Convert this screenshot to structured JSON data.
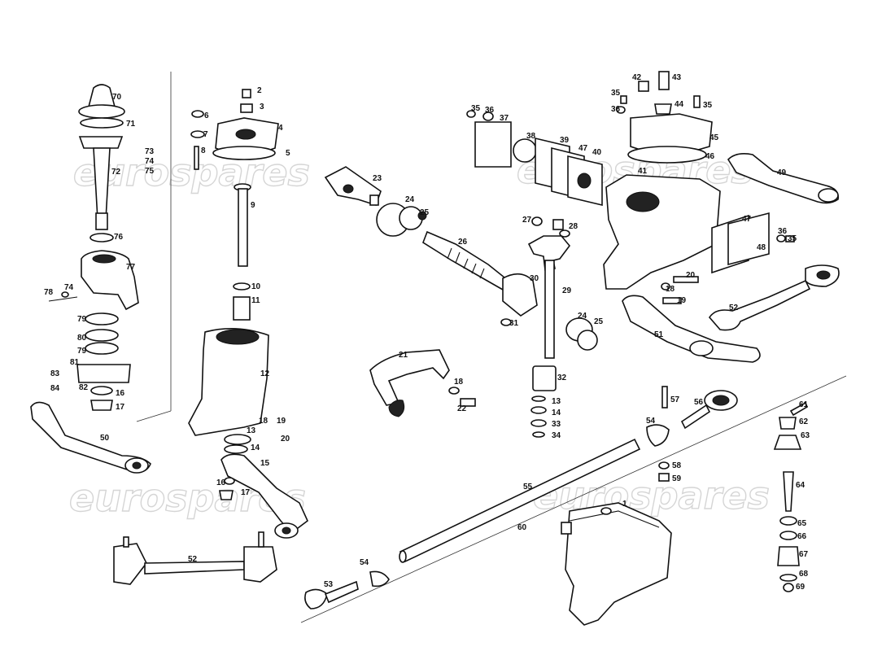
{
  "watermark": "eurospares",
  "callouts": {
    "c1": "1",
    "c2": "2",
    "c3": "3",
    "c4": "4",
    "c5": "5",
    "c6": "6",
    "c7": "7",
    "c8": "8",
    "c9": "9",
    "c10": "10",
    "c11": "11",
    "c12": "12",
    "c13": "13",
    "c14": "14",
    "c15": "15",
    "c16": "16",
    "c17": "17",
    "c18": "18",
    "c19": "19",
    "c20": "20",
    "c21": "21",
    "c22": "22",
    "c23": "23",
    "c24": "24",
    "c25": "25",
    "c26": "26",
    "c27": "27",
    "c28": "28",
    "c29": "29",
    "c30": "30",
    "c31": "31",
    "c32": "32",
    "c33": "33",
    "c34": "34",
    "c35": "35",
    "c36": "36",
    "c37": "37",
    "c38": "38",
    "c39": "39",
    "c40": "40",
    "c41": "41",
    "c42": "42",
    "c43": "43",
    "c44": "44",
    "c45": "45",
    "c46": "46",
    "c47": "47",
    "c48": "48",
    "c49": "49",
    "c50": "50",
    "c51": "51",
    "c52": "52",
    "c53": "53",
    "c54": "54",
    "c55": "55",
    "c56": "56",
    "c57": "57",
    "c58": "58",
    "c59": "59",
    "c60": "60",
    "c61": "61",
    "c62": "62",
    "c63": "63",
    "c64": "64",
    "c65": "65",
    "c66": "66",
    "c67": "67",
    "c68": "68",
    "c69": "69",
    "c70": "70",
    "c71": "71",
    "c72": "72",
    "c73": "73",
    "c74": "74",
    "c75": "75",
    "c76": "76",
    "c77": "77",
    "c78": "78",
    "c79": "79",
    "c80": "80",
    "c81": "81",
    "c82": "82",
    "c83": "83",
    "c84": "84"
  }
}
